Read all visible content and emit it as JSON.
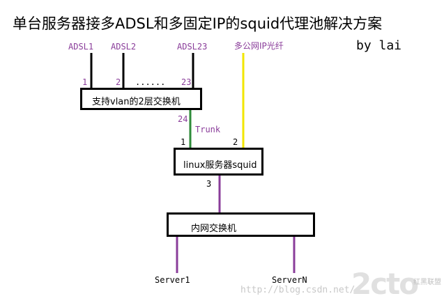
{
  "title": "单台服务器接多ADSL和多固定IP的squid代理池解决方案",
  "author": "by lai",
  "adsl_lines": [
    "ADSL1",
    "ADSL2",
    "ADSL23"
  ],
  "fiber_label": "多公网IP光纤",
  "switch_ports": [
    "1",
    "2",
    "......",
    "23"
  ],
  "switch_label": "支持vlan的2层交换机",
  "trunk_port": "24",
  "trunk_label": "Trunk",
  "server_ports": [
    "1",
    "2",
    "3"
  ],
  "server_label": "linux服务器squid",
  "lan_switch_label": "内网交换机",
  "servers": [
    "Server1",
    "ServerN"
  ],
  "watermark": "http://blog.csdn.net/",
  "logo_text": "2cto",
  "logo_sub": "红黑联盟",
  "colors": {
    "adsl_line": "#000000",
    "trunk_line": "#2e8b3a",
    "fiber_line": "#f2e600",
    "lan_line": "#8a3d9a",
    "label_purple": "#8a3d9a"
  }
}
